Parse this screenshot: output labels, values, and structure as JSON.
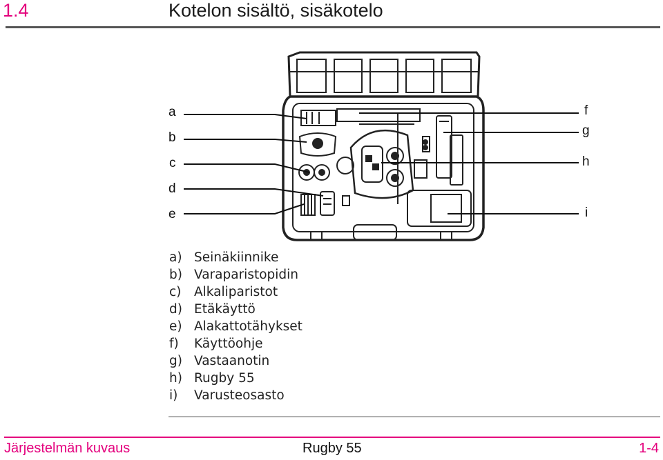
{
  "header": {
    "section_number": "1.4",
    "title": "Kotelon sisältö, sisäkotelo"
  },
  "figure": {
    "callouts_left": [
      "a",
      "b",
      "c",
      "d",
      "e"
    ],
    "callouts_right": [
      "f",
      "g",
      "h",
      "i"
    ]
  },
  "legend": [
    {
      "key": "a)",
      "text": "Seinäkiinnike"
    },
    {
      "key": "b)",
      "text": "Varaparistopidin"
    },
    {
      "key": "c)",
      "text": "Alkaliparistot"
    },
    {
      "key": "d)",
      "text": "Etäkäyttö"
    },
    {
      "key": "e)",
      "text": "Alakattotähykset"
    },
    {
      "key": "f)",
      "text": "Käyttöohje"
    },
    {
      "key": "g)",
      "text": "Vastaanotin"
    },
    {
      "key": "h)",
      "text": "Rugby 55"
    },
    {
      "key": "i)",
      "text": "Varusteosasto"
    }
  ],
  "footer": {
    "left": "Järjestelmän kuvaus",
    "center": "Rugby 55",
    "right": "1-4"
  },
  "colors": {
    "accent": "#e4007d"
  }
}
